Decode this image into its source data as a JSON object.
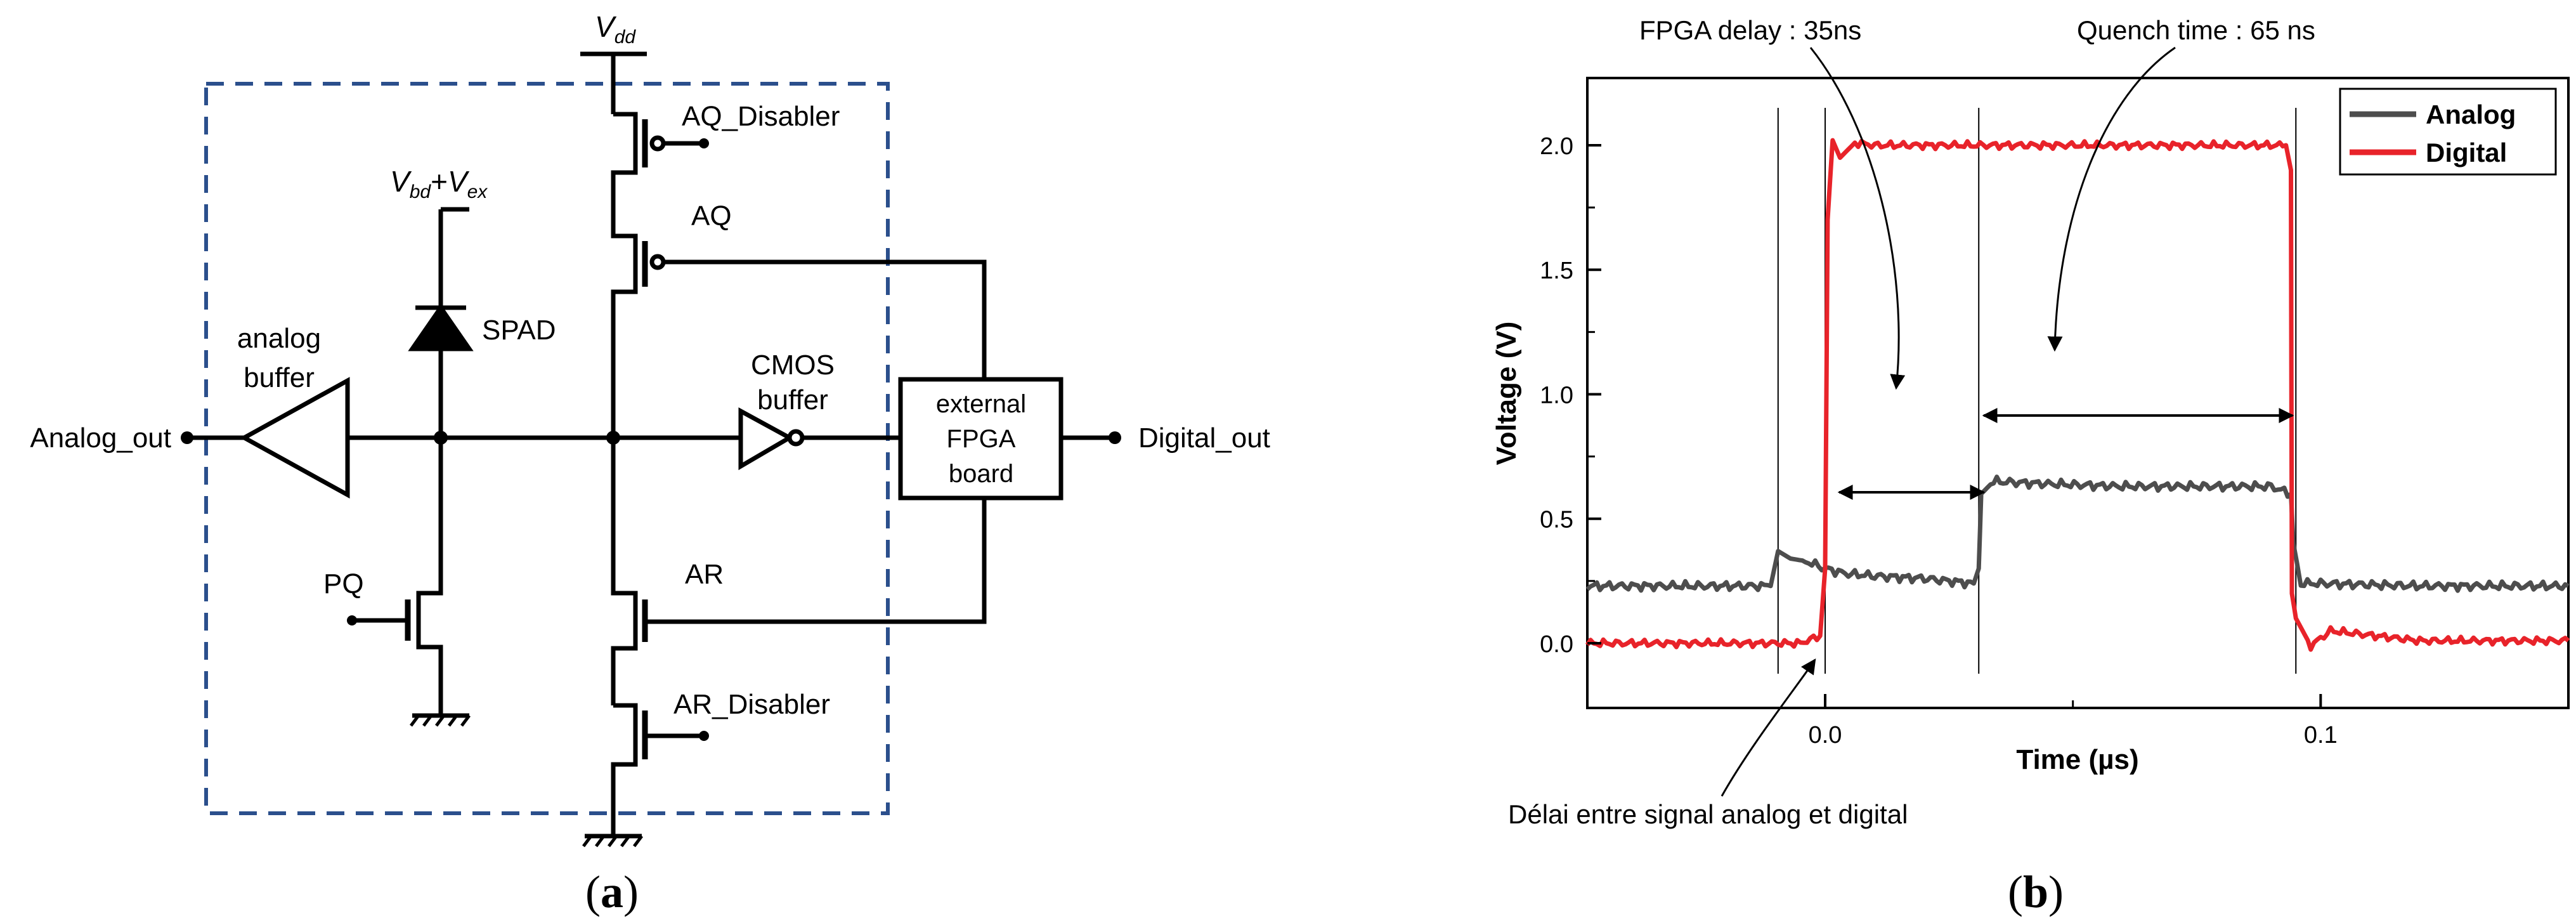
{
  "panel_a": {
    "caption_open": "(",
    "caption_letter": "a",
    "caption_close": ")",
    "labels": {
      "vdd_main": "V",
      "vdd_sub": "dd",
      "vbd_main": "V",
      "vbd_sub": "bd",
      "plus": "+",
      "vex_main": "V",
      "vex_sub": "ex",
      "aq_disabler": "AQ_Disabler",
      "aq": "AQ",
      "spad": "SPAD",
      "analog_buffer_1": "analog",
      "analog_buffer_2": "buffer",
      "cmos_buffer_1": "CMOS",
      "cmos_buffer_2": "buffer",
      "fpga_1": "external",
      "fpga_2": "FPGA",
      "fpga_3": "board",
      "analog_out": "Analog_out",
      "digital_out": "Digital_out",
      "pq": "PQ",
      "ar": "AR",
      "ar_disabler": "AR_Disabler"
    }
  },
  "panel_b": {
    "caption_open": "(",
    "caption_letter": "b",
    "caption_close": ")",
    "annotations": {
      "fpga_delay": "FPGA delay : 35ns",
      "quench_time": "Quench time : 65 ns",
      "delai": "Délai entre signal analog et digital"
    }
  },
  "colors": {
    "analog": "#4d4d4d",
    "digital": "#e8232a",
    "dashed_box": "#2b4f8c"
  },
  "chart_data": {
    "type": "line",
    "xlabel": "Time (µs)",
    "ylabel": "Voltage (V)",
    "xlim": [
      -0.048,
      0.15
    ],
    "ylim": [
      -0.26,
      2.27
    ],
    "xticks": [
      0.0,
      0.1
    ],
    "xtick_labels": [
      "0.0",
      "0.1"
    ],
    "yticks": [
      0.0,
      0.5,
      1.0,
      1.5,
      2.0
    ],
    "ytick_labels": [
      "0.0",
      "0.5",
      "1.0",
      "1.5",
      "2.0"
    ],
    "legend": "top-right",
    "markers_x": [
      -0.0095,
      0.0,
      0.031,
      0.095
    ],
    "series": [
      {
        "name": "Analog",
        "color": "#4d4d4d",
        "x": [
          -0.048,
          -0.011,
          -0.0095,
          -0.007,
          -0.004,
          0.0,
          0.004,
          0.01,
          0.02,
          0.03,
          0.031,
          0.0315,
          0.034,
          0.045,
          0.06,
          0.075,
          0.09,
          0.094,
          0.0945,
          0.096,
          0.1,
          0.12,
          0.15
        ],
        "y": [
          0.23,
          0.23,
          0.37,
          0.34,
          0.33,
          0.3,
          0.28,
          0.27,
          0.26,
          0.24,
          0.3,
          0.6,
          0.65,
          0.64,
          0.63,
          0.63,
          0.63,
          0.6,
          0.4,
          0.24,
          0.24,
          0.23,
          0.23
        ]
      },
      {
        "name": "Digital",
        "color": "#e8232a",
        "x": [
          -0.048,
          -0.005,
          -0.001,
          0.0,
          0.0005,
          0.0015,
          0.003,
          0.006,
          0.01,
          0.03,
          0.06,
          0.093,
          0.094,
          0.0942,
          0.095,
          0.098,
          0.102,
          0.12,
          0.15
        ],
        "y": [
          0.0,
          0.0,
          0.03,
          0.3,
          1.7,
          2.02,
          1.95,
          2.01,
          2.0,
          2.0,
          2.0,
          2.0,
          1.9,
          0.2,
          0.1,
          -0.01,
          0.05,
          0.01,
          0.01
        ]
      }
    ]
  }
}
